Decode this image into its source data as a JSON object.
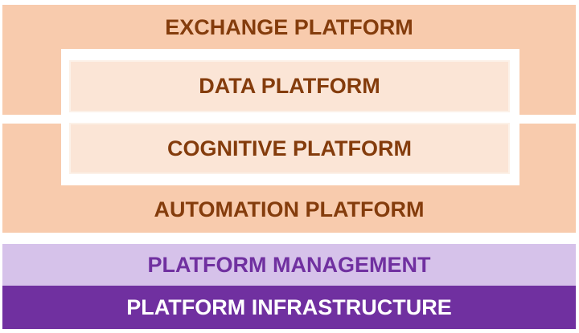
{
  "page": {
    "background": "#FFFFFF",
    "overlay_frame_color": "#FFFFFF"
  },
  "layers": [
    {
      "label": "EXCHANGE PLATFORM",
      "bg": "#F8CBAD",
      "color": "#843C0C"
    },
    {
      "label": "AUTOMATION PLATFORM",
      "bg": "#F8CBAD",
      "color": "#843C0C"
    },
    {
      "label": "PLATFORM MANAGEMENT",
      "bg": "#D6C2EA",
      "color": "#7030A0"
    },
    {
      "label": "PLATFORM INFRASTRUCTURE",
      "bg": "#7030A0",
      "color": "#FFFFFF"
    }
  ],
  "nested": [
    {
      "label": "DATA PLATFORM",
      "bg": "#FBE5D6",
      "color": "#843C0C"
    },
    {
      "label": "COGNITIVE PLATFORM",
      "bg": "#FBE5D6",
      "color": "#843C0C"
    }
  ]
}
